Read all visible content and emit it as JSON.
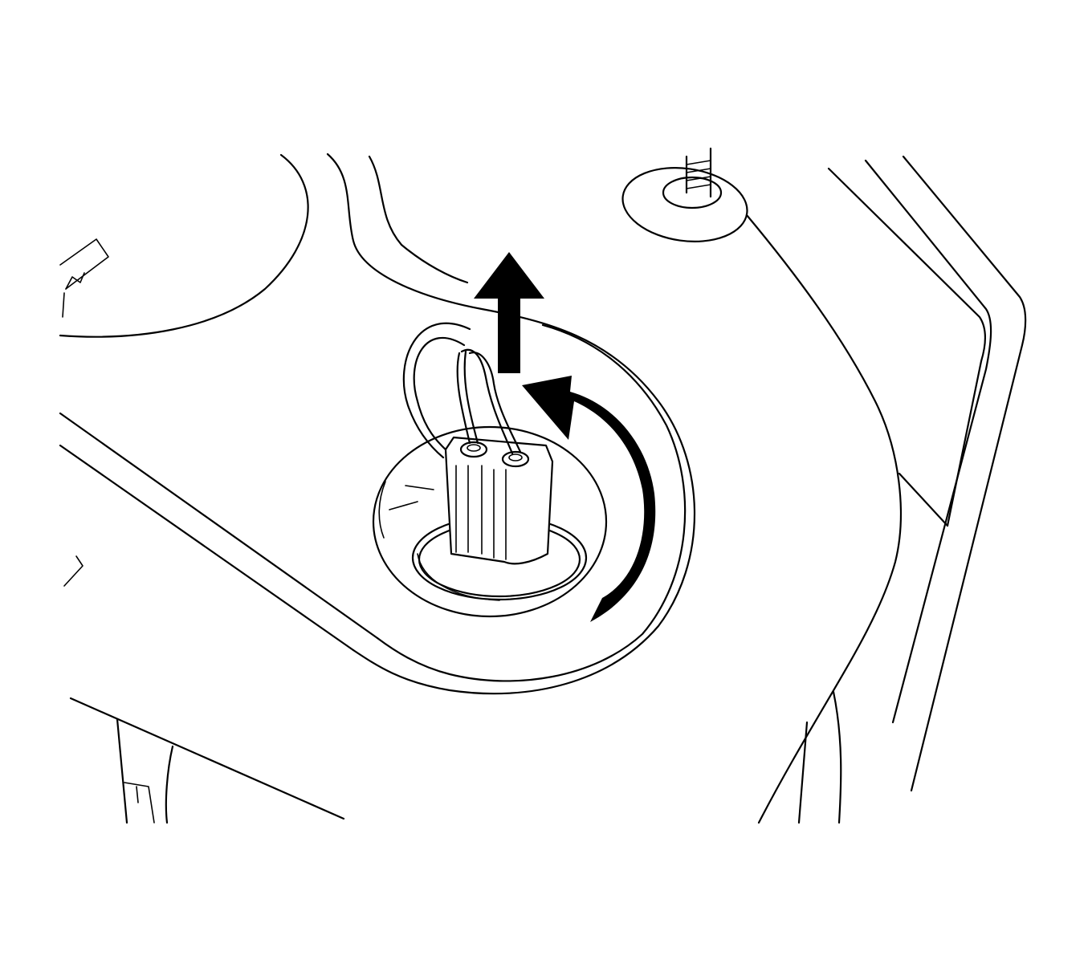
{
  "diagram": {
    "kind": "service-procedure-illustration",
    "subject": "bulb-socket-removal",
    "arrows": [
      {
        "name": "pull-out-arrow",
        "direction": "up"
      },
      {
        "name": "rotate-ccw-arrow",
        "direction": "counterclockwise"
      }
    ],
    "colors": {
      "line": "#000000",
      "background": "#ffffff",
      "arrow_fill": "#000000"
    }
  }
}
